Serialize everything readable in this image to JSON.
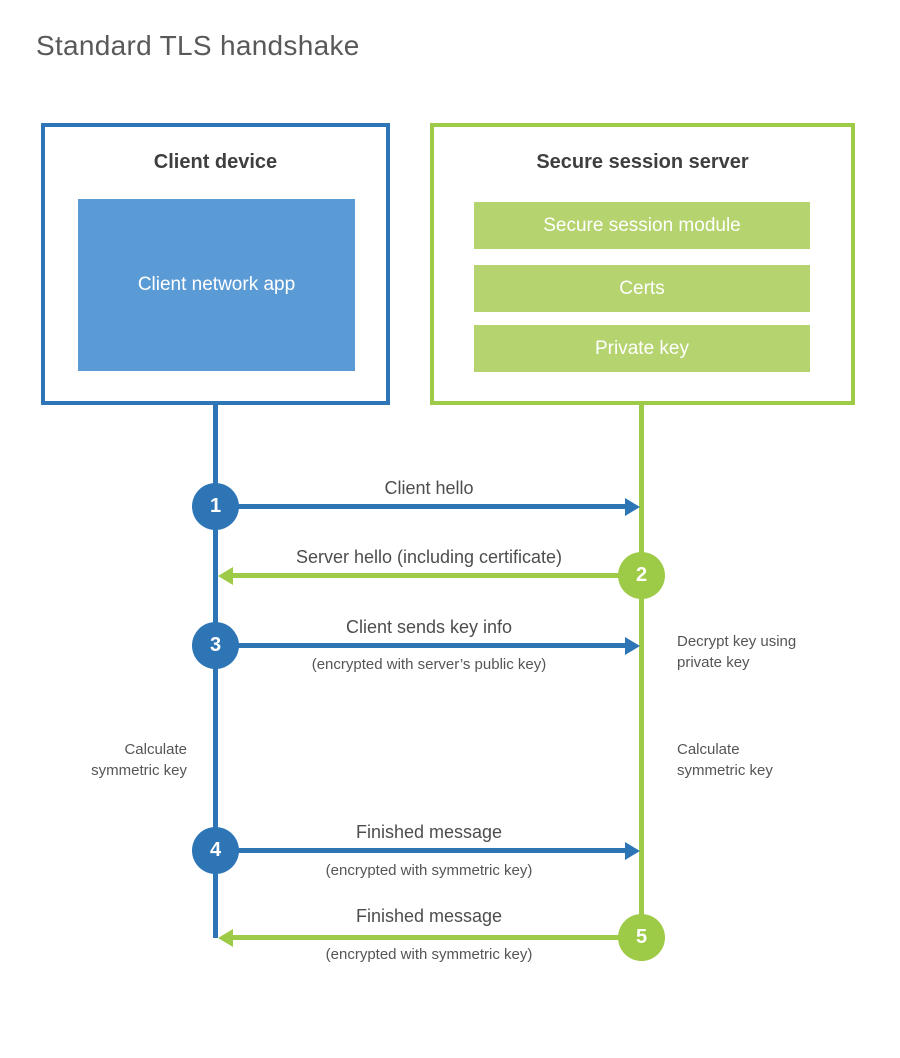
{
  "title": "Standard TLS handshake",
  "colors": {
    "blue": "#2E75B6",
    "blue_light": "#5B9BD5",
    "green": "#9ECB47",
    "green_light": "#B5D36E",
    "text_dark": "#3f3f3f",
    "text_gray": "#555555"
  },
  "client": {
    "title": "Client device",
    "app_label": "Client network app"
  },
  "server": {
    "title": "Secure session server",
    "modules": [
      "Secure session module",
      "Certs",
      "Private key"
    ]
  },
  "steps": [
    {
      "num": "1",
      "label": "Client hello",
      "sublabel": "",
      "direction": "right",
      "from": "client",
      "to": "server"
    },
    {
      "num": "2",
      "label": "Server hello (including certificate)",
      "sublabel": "",
      "direction": "left",
      "from": "server",
      "to": "client"
    },
    {
      "num": "3",
      "label": "Client sends key info",
      "sublabel": "(encrypted with server’s public key)",
      "direction": "right",
      "from": "client",
      "to": "server"
    },
    {
      "num": "4",
      "label": "Finished message",
      "sublabel": "(encrypted with symmetric key)",
      "direction": "right",
      "from": "client",
      "to": "server"
    },
    {
      "num": "5",
      "label": "Finished message",
      "sublabel": "(encrypted with symmetric key)",
      "direction": "left",
      "from": "server",
      "to": "client"
    }
  ],
  "annotations": {
    "decrypt_note": "Decrypt key using private key",
    "calc_left": "Calculate symmetric key",
    "calc_right": "Calculate symmetric key"
  }
}
